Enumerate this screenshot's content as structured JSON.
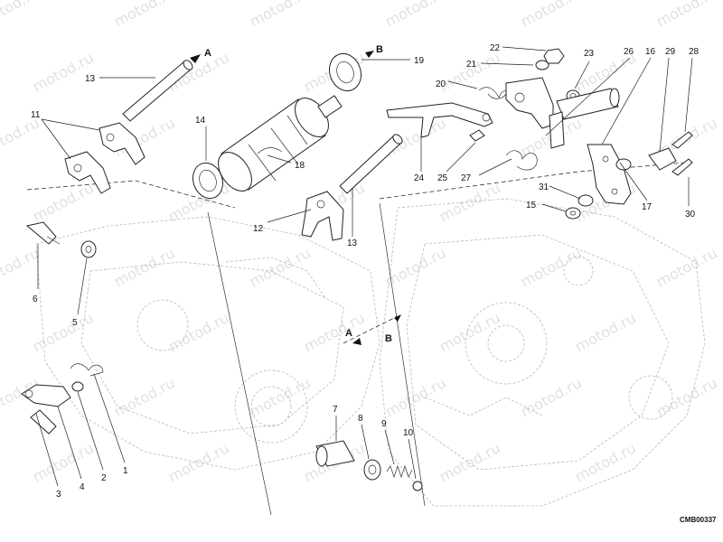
{
  "watermark": "motod.ru",
  "drawing_code": "CMB00337",
  "section_letters": {
    "a": "A",
    "b": "B"
  },
  "callouts": {
    "c1": "1",
    "c2": "2",
    "c3": "3",
    "c4": "4",
    "c5": "5",
    "c6": "6",
    "c7": "7",
    "c8": "8",
    "c9": "9",
    "c10": "10",
    "c11": "11",
    "c12": "12",
    "c13a": "13",
    "c13b": "13",
    "c14": "14",
    "c15": "15",
    "c16": "16",
    "c17": "17",
    "c18": "18",
    "c19": "19",
    "c20": "20",
    "c21": "21",
    "c22": "22",
    "c23": "23",
    "c24": "24",
    "c25": "25",
    "c26": "26",
    "c27": "27",
    "c28": "28",
    "c29": "29",
    "c30": "30",
    "c31": "31"
  }
}
